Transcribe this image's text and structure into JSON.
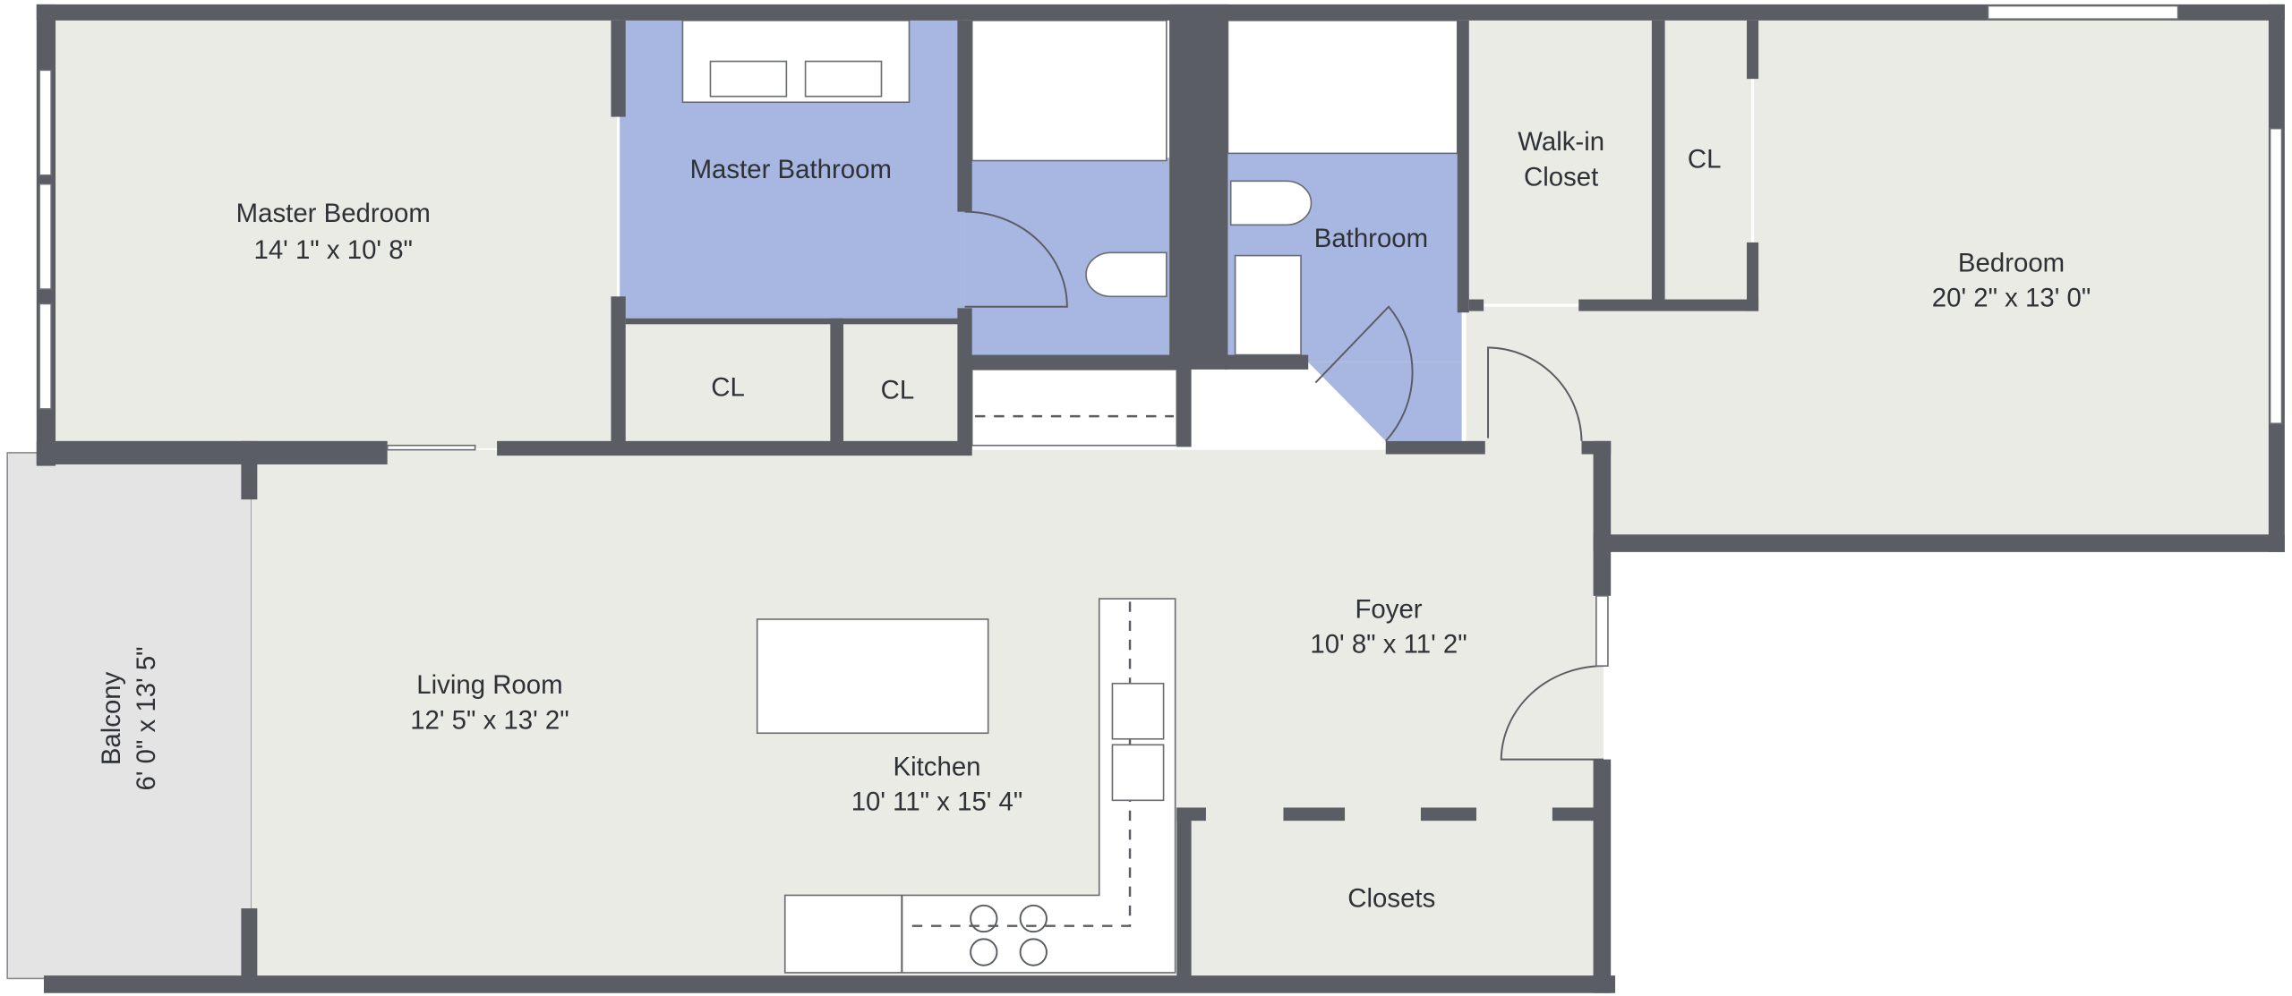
{
  "rooms": {
    "master_bedroom": {
      "name": "Master Bedroom",
      "size": "14' 1\" x 10' 8\""
    },
    "master_bathroom": {
      "name": "Master Bathroom"
    },
    "cl1": {
      "name": "CL"
    },
    "cl2": {
      "name": "CL"
    },
    "bathroom": {
      "name": "Bathroom"
    },
    "walkin": {
      "name_line1": "Walk-in",
      "name_line2": "Closet"
    },
    "cl3": {
      "name": "CL"
    },
    "bedroom": {
      "name": "Bedroom",
      "size": "20' 2\" x 13' 0\""
    },
    "living_room": {
      "name": "Living Room",
      "size": "12' 5\" x 13' 2\""
    },
    "kitchen": {
      "name": "Kitchen",
      "size": "10' 11\" x 15' 4\""
    },
    "foyer": {
      "name": "Foyer",
      "size": "10' 8\" x 11' 2\""
    },
    "closets": {
      "name": "Closets"
    },
    "balcony": {
      "name": "Balcony",
      "size": "6' 0\" x 13' 5\""
    }
  },
  "colors": {
    "wall": "#5a5d63",
    "floor": "#eaebe4",
    "bathroom": "#a7b7e1",
    "balcony": "#e4e4e4"
  }
}
